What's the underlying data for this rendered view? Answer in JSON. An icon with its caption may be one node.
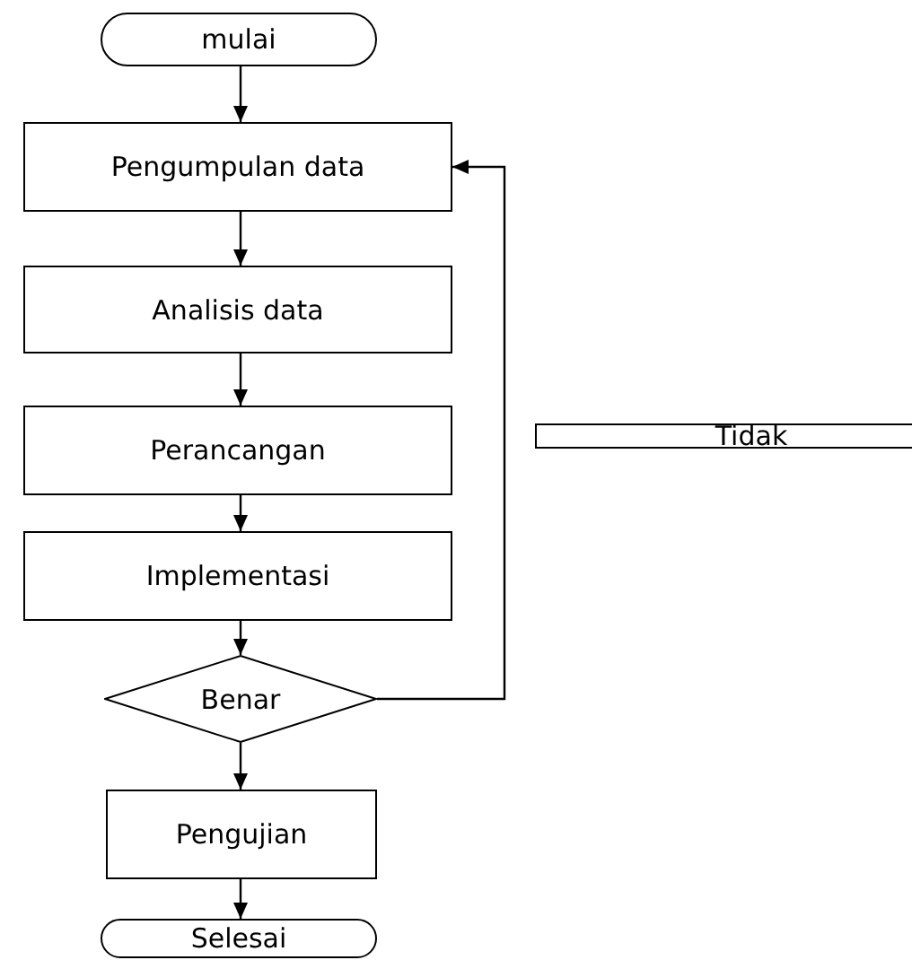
{
  "diagram": {
    "nodes": [
      {
        "text": [
          "mulai"
        ]
      },
      {
        "text": [
          "Pengumpulan data"
        ]
      },
      {
        "text": [
          "Analisis data"
        ]
      },
      {
        "text": [
          "Perancangan"
        ]
      },
      {
        "text": [
          "Implementasi"
        ]
      },
      {
        "text": [
          "Benar"
        ]
      },
      {
        "text": [
          "Pengujian"
        ]
      },
      {
        "text": [
          "Selesai"
        ]
      },
      {
        "text": [
          "Tidak"
        ]
      }
    ],
    "edges": [
      {
        "from": 0,
        "to": 1,
        "arrow": "to"
      },
      {
        "from": 1,
        "to": 2,
        "arrow": "to"
      },
      {
        "from": 2,
        "to": 3,
        "arrow": "to"
      },
      {
        "from": 3,
        "to": 4,
        "arrow": "to"
      },
      {
        "from": 4,
        "to": 5,
        "arrow": "to"
      },
      {
        "from": 5,
        "to": 1,
        "arrow": "to"
      },
      {
        "from": 5,
        "to": 6,
        "arrow": "to"
      },
      {
        "from": 6,
        "to": 7,
        "arrow": "to"
      }
    ]
  }
}
